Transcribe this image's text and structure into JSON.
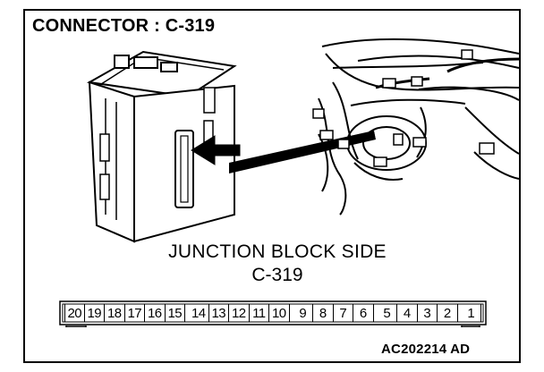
{
  "title": "CONNECTOR : C-319",
  "caption_line1": "JUNCTION BLOCK SIDE",
  "caption_line2": "C-319",
  "reference_code": "AC202214 AD",
  "connector_pins": [
    "20",
    "19",
    "18",
    "17",
    "16",
    "15",
    "14",
    "13",
    "12",
    "11",
    "10",
    "9",
    "8",
    "7",
    "6",
    "5",
    "4",
    "3",
    "2",
    "1"
  ]
}
